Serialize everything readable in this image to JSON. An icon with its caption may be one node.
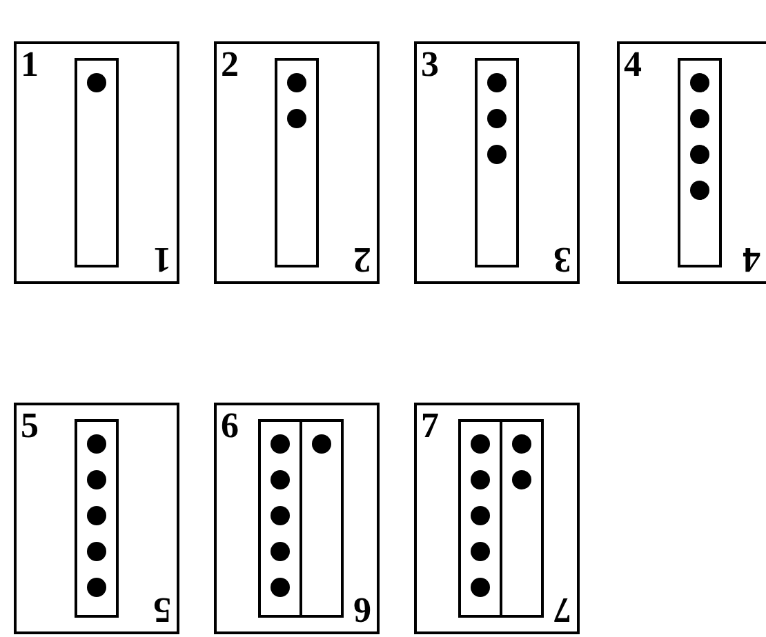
{
  "diagram": {
    "nodes": [
      {
        "text": [
          "1",
          "1"
        ]
      },
      {
        "text": [
          "2",
          "2"
        ]
      },
      {
        "text": [
          "3",
          "3"
        ]
      },
      {
        "text": [
          "4",
          "4"
        ]
      },
      {
        "text": [
          "5",
          "5"
        ]
      },
      {
        "text": [
          "6",
          "6"
        ]
      },
      {
        "text": [
          "7",
          "7"
        ]
      }
    ]
  }
}
